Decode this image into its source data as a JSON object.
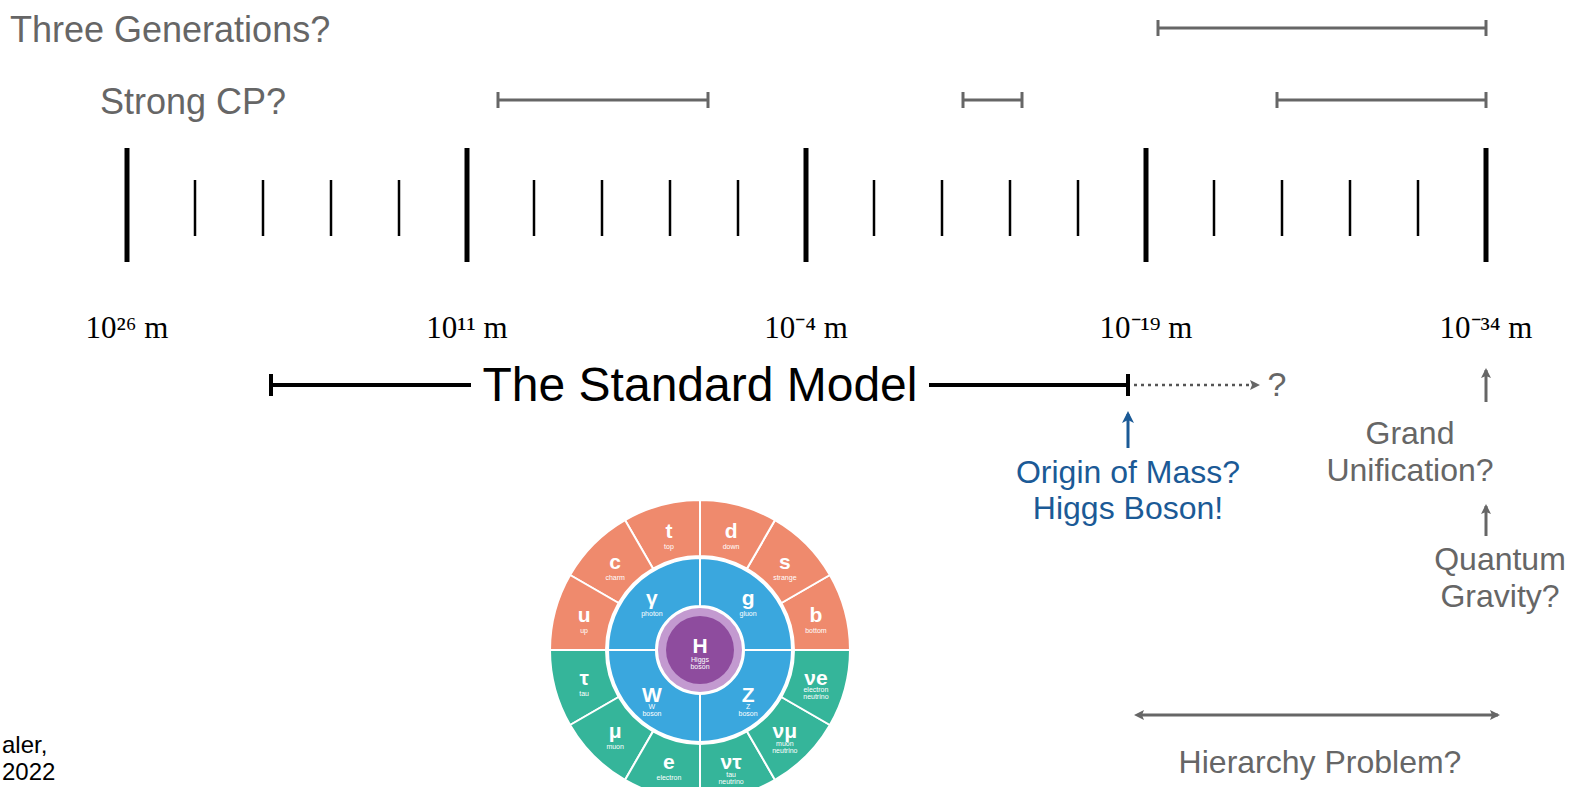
{
  "diagram": {
    "labels": [
      "Three Generations?",
      "Strong CP?",
      "10²⁶ m",
      "10¹¹ m",
      "10⁻⁴ m",
      "10⁻¹⁹ m",
      "10⁻³⁴ m",
      "The Standard Model",
      "?",
      "Origin of Mass?",
      "Higgs Boson!",
      "Grand Unification?",
      "Quantum Gravity?",
      "Hierarchy Problem?",
      "aler,",
      "2022",
      "u",
      "up",
      "c",
      "charm",
      "t",
      "top",
      "d",
      "down",
      "s",
      "strange",
      "b",
      "bottom",
      "τ",
      "tau",
      "μ",
      "muon",
      "e",
      "electron",
      "ντ",
      "tau neutrino",
      "νμ",
      "muon neutrino",
      "νe",
      "electron neutrino",
      "γ",
      "photon",
      "g",
      "gluon",
      "W",
      "W boson",
      "Z",
      "Z boson",
      "H",
      "Higgs boson"
    ]
  }
}
